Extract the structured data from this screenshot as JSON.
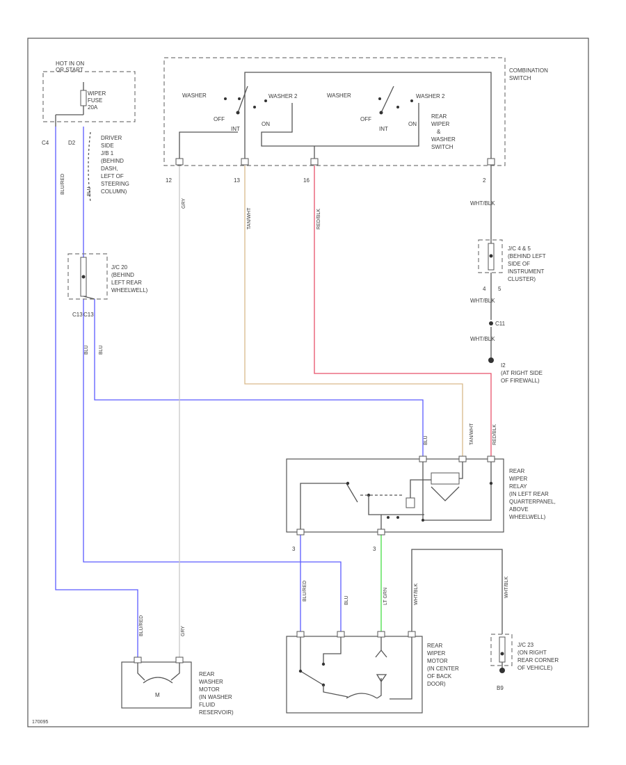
{
  "colors": {
    "blue": "#5a5aff",
    "tan": "#d9b98a",
    "red": "#e8506a",
    "green": "#44dd44",
    "gray": "#c8c8c8",
    "black": "#555555"
  },
  "fuse_box": {
    "title_1": "HOT IN ON",
    "title_2": "OR START",
    "fuse_1": "WIPER",
    "fuse_2": "FUSE",
    "fuse_3": "20A"
  },
  "driver_jb": [
    "DRIVER",
    "SIDE",
    "J/B 1",
    "(BEHIND",
    "DASH,",
    "LEFT OF",
    "STEERING",
    "COLUMN)"
  ],
  "pins": {
    "c4": "C4",
    "d2": "D2",
    "p12a": "12",
    "p13": "13",
    "p16": "16",
    "p2": "2",
    "p3a": "3",
    "p3b": "3",
    "c13a": "C13",
    "c13b": "C13",
    "p4": "4",
    "p5": "5"
  },
  "wire_labels": {
    "blu_red_1": "BLU/RED",
    "blu_1": "BLU",
    "gry": "GRY",
    "tan_wht": "TAN/WHT",
    "red_blk": "RED/BLK",
    "wht_blk_1": "WHT/BLK",
    "wht_blk_2": "WHT/BLK",
    "wht_blk_3": "WHT/BLK",
    "blu_2": "BLU",
    "blu_3": "BLU",
    "tan_wht_2": "TAN/WHT",
    "red_blk_2": "RED/BLK",
    "blu_red_2": "BLU/RED",
    "blu_4": "BLU",
    "lt_grn": "LT GRN",
    "wht_blk_4": "WHT/BLK",
    "wht_blk_5": "WHT/BLK",
    "blu_red_3": "BLU/RED",
    "gry_2": "GRY"
  },
  "combination_switch": {
    "title_1": "COMBINATION",
    "title_2": "SWITCH",
    "washer_1": "WASHER",
    "washer_2": "WASHER",
    "washer_3": "WASHER 2",
    "washer_4": "WASHER 2",
    "off_1": "OFF",
    "int": "INT",
    "on_1": "ON",
    "off_2": "OFF",
    "int_2": "INT",
    "on_2": "ON",
    "sub_1": "REAR",
    "sub_2": "WIPER",
    "sub_3": "&",
    "sub_4": "WASHER",
    "sub_5": "SWITCH"
  },
  "jc20": [
    "J/C 20",
    "(BEHIND",
    "LEFT REAR",
    "WHEELWELL)"
  ],
  "jc4": [
    "J/C 4 & 5",
    "(BEHIND LEFT",
    "SIDE OF",
    "INSTRUMENT",
    "CLUSTER)"
  ],
  "ground_i2": [
    "I2",
    "(AT RIGHT SIDE",
    "OF FIREWALL)"
  ],
  "ground_lbl": {
    "c11": "C11",
    "i2": "I2"
  },
  "rear_relay": [
    "REAR",
    "WIPER",
    "RELAY",
    "(IN LEFT REAR",
    "QUARTERPANEL,",
    "ABOVE",
    "WHEELWELL)"
  ],
  "washer_motor": [
    "REAR",
    "WASHER",
    "MOTOR",
    "(IN WASHER",
    "FLUID",
    "RESERVOIR)"
  ],
  "wiper_motor": [
    "REAR",
    "WIPER",
    "MOTOR",
    "(IN CENTER",
    "OF BACK",
    "DOOR)"
  ],
  "jc23": [
    "J/C 23",
    "(ON RIGHT",
    "REAR CORNER",
    "OF VEHICLE)"
  ],
  "ground_bottom": "B9",
  "motor_symbol": "M",
  "figure_id": "170095"
}
